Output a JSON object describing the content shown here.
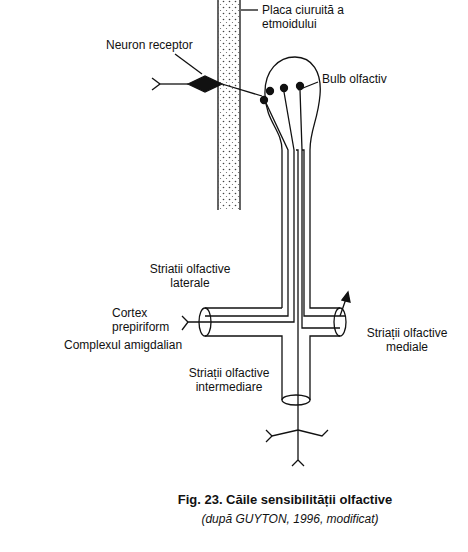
{
  "diagram": {
    "caption": "Fig. 23. Căile sensibilității olfactive",
    "labels": [
      "Placa ciuruită a etmoidului",
      "Neuron receptor",
      "Bulb olfactiv",
      "Striatii olfactive laterale",
      "Cortex prepiriform",
      "Complexul amigdalian",
      "Striații olfactive mediale",
      "Striații olfactive intermediare",
      "(după GUYTON, 1996, modificat)"
    ]
  }
}
